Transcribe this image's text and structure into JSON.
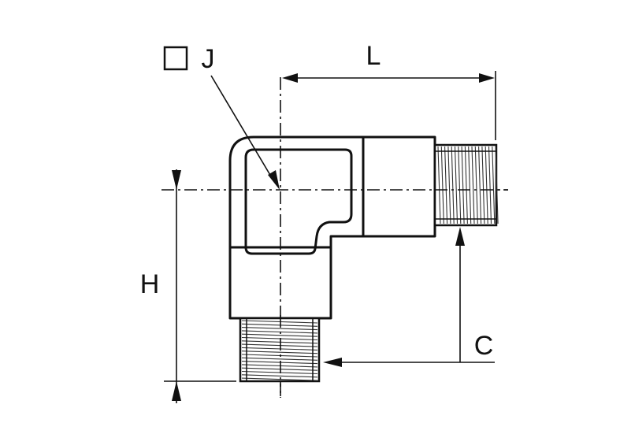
{
  "diagram": {
    "dimension_labels": {
      "hex": "J",
      "length": "L",
      "height": "H",
      "thread": "C"
    },
    "colors": {
      "line": "#111111",
      "background": "#ffffff"
    }
  }
}
